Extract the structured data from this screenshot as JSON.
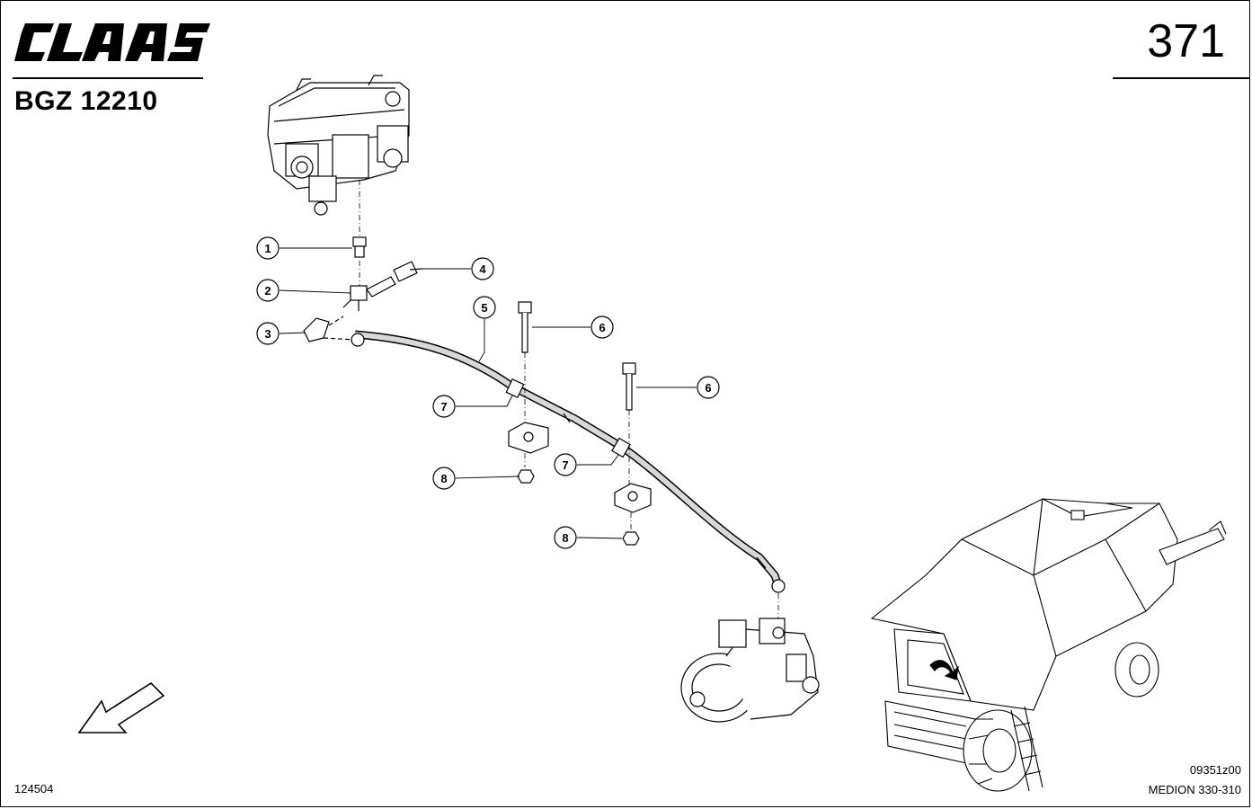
{
  "header": {
    "brand": "CLAAS",
    "group_code": "BGZ 12210",
    "page_number": "371"
  },
  "footer": {
    "figure_id": "124504",
    "drawing_code": "09351z00",
    "model": "MEDION 330-310"
  },
  "callouts": [
    {
      "label": "1"
    },
    {
      "label": "2"
    },
    {
      "label": "3"
    },
    {
      "label": "4"
    },
    {
      "label": "5"
    },
    {
      "label": "6"
    },
    {
      "label": "6"
    },
    {
      "label": "7"
    },
    {
      "label": "7"
    },
    {
      "label": "8"
    },
    {
      "label": "8"
    }
  ],
  "icons": {
    "direction": "direction-arrow-icon",
    "logo": "claas-logo"
  }
}
